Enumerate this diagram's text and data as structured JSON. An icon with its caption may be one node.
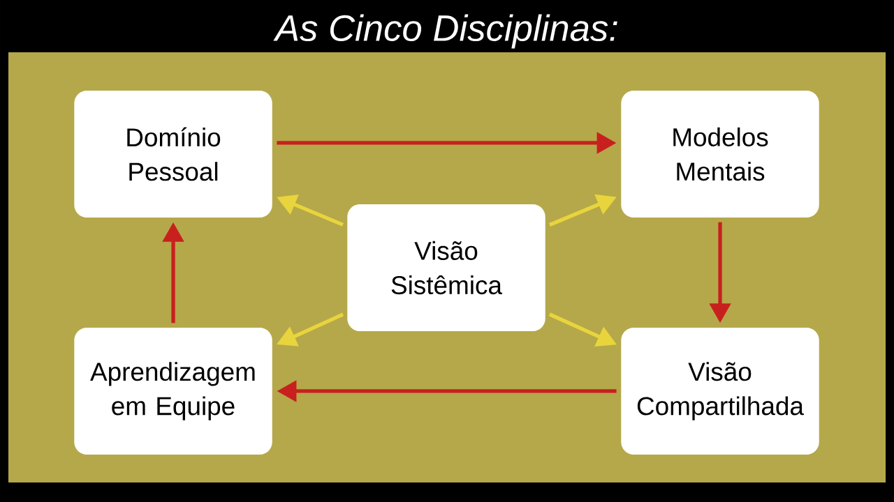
{
  "diagram": {
    "title": "As Cinco Disciplinas:",
    "nodes": [
      {
        "text": [
          "Domínio Pessoal"
        ]
      },
      {
        "text": [
          "Modelos Mentais"
        ]
      },
      {
        "text": [
          "Visão Sistêmica"
        ]
      },
      {
        "text": [
          "Aprendizagem em Equipe"
        ]
      },
      {
        "text": [
          "Visão Compartilhada"
        ]
      }
    ],
    "edges": [
      {
        "from": 0,
        "to": 1,
        "arrow": "to"
      },
      {
        "from": 1,
        "to": 4,
        "arrow": "to"
      },
      {
        "from": 4,
        "to": 3,
        "arrow": "to"
      },
      {
        "from": 3,
        "to": 0,
        "arrow": "to"
      },
      {
        "from": 2,
        "to": 0,
        "arrow": "to",
        "color": "#e8d43c"
      },
      {
        "from": 2,
        "to": 1,
        "arrow": "to",
        "color": "#e8d43c"
      },
      {
        "from": 2,
        "to": 3,
        "arrow": "to",
        "color": "#e8d43c"
      },
      {
        "from": 2,
        "to": 4,
        "arrow": "to",
        "color": "#e8d43c"
      }
    ]
  }
}
